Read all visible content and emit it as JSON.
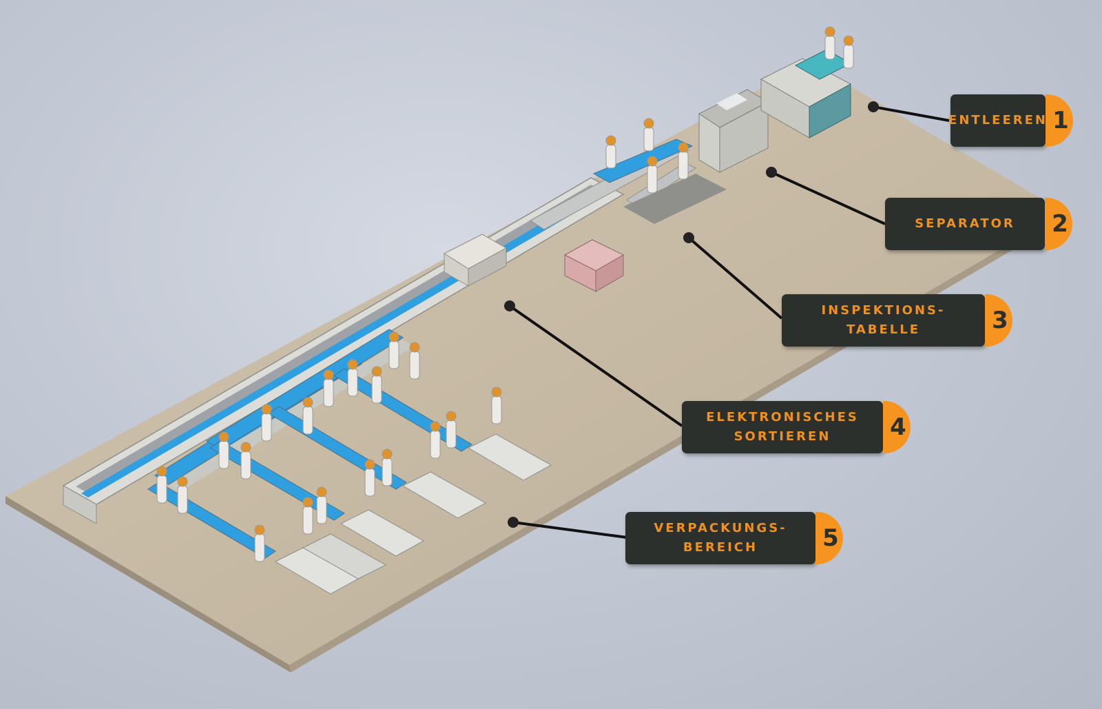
{
  "callouts": [
    {
      "id": 1,
      "number": "1",
      "lines": [
        "ENTLEEREN"
      ]
    },
    {
      "id": 2,
      "number": "2",
      "lines": [
        "SEPARATOR"
      ]
    },
    {
      "id": 3,
      "number": "3",
      "lines": [
        "INSPEKTIONS-",
        "TABELLE"
      ]
    },
    {
      "id": 4,
      "number": "4",
      "lines": [
        "ELEKTRONISCHES",
        "SORTIEREN"
      ]
    },
    {
      "id": 5,
      "number": "5",
      "lines": [
        "VERPACKUNGS-",
        "BEREICH"
      ]
    }
  ],
  "colors": {
    "callout_bg": "#2b302c",
    "callout_text": "#f0901e",
    "number_badge": "#f5941f",
    "floor": "#c8bba6",
    "conveyor_belt": "#2f9fe0",
    "machine_grey": "#c9c9c4",
    "bin_pink": "#d9a9a9"
  }
}
